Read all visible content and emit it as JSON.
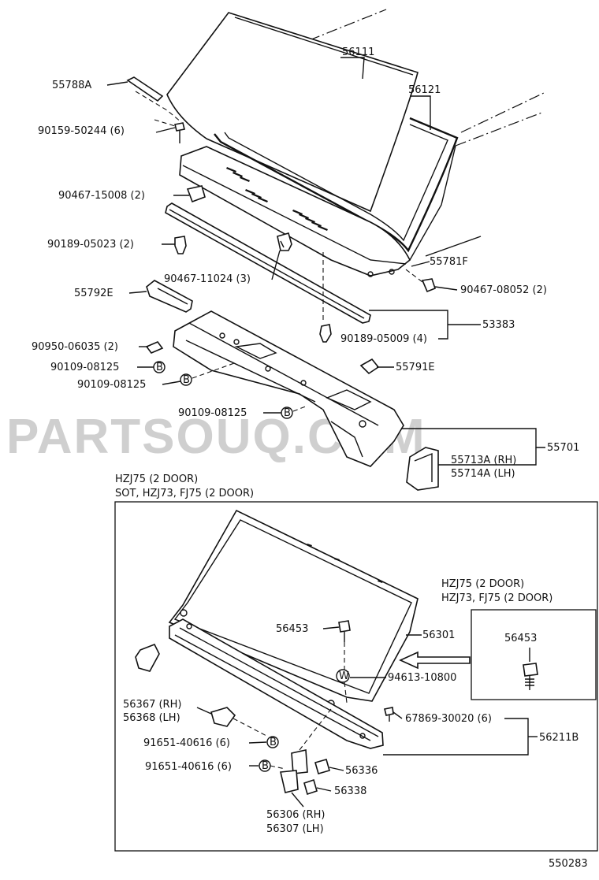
{
  "watermark": "PARTSOUQ.COM",
  "diagram_id": "550283",
  "labels": {
    "p56111": "56111",
    "p56121": "56121",
    "p55788A": "55788A",
    "p90159": "90159-50244 (6)",
    "p90467_15008": "90467-15008 (2)",
    "p90189_05023": "90189-05023 (2)",
    "p55781F": "55781F",
    "p90467_11024": "90467-11024 (3)",
    "p55792E": "55792E",
    "p90467_08052": "90467-08052 (2)",
    "p53383": "53383",
    "p90950": "90950-06035 (2)",
    "p90189_05009": "90189-05009 (4)",
    "p90109_a": "90109-08125",
    "p90109_b": "90109-08125",
    "p55791E": "55791E",
    "p90109_c": "90109-08125",
    "p55701": "55701",
    "p55713A": "55713A (RH)",
    "p55714A": "55714A (LH)",
    "p56453_a": "56453",
    "p56301": "56301",
    "p94613": "94613-10800",
    "p56453_b": "56453",
    "p56367": "56367 (RH)",
    "p56368": "56368 (LH)",
    "p67869": "67869-30020 (6)",
    "p56211B": "56211B",
    "p91651_a": "91651-40616 (6)",
    "p91651_b": "91651-40616 (6)",
    "p56336": "56336",
    "p56338": "56338",
    "p56306": "56306 (RH)",
    "p56307": "56307 (LH)"
  },
  "markers": {
    "b": "B",
    "w": "W"
  },
  "notes": {
    "box_line1": "HZJ75 (2 DOOR)",
    "box_line2": "SOT, HZJ73, FJ75 (2 DOOR)",
    "inset_line1": "HZJ75 (2 DOOR)",
    "inset_line2": "HZJ73, FJ75 (2 DOOR)"
  }
}
